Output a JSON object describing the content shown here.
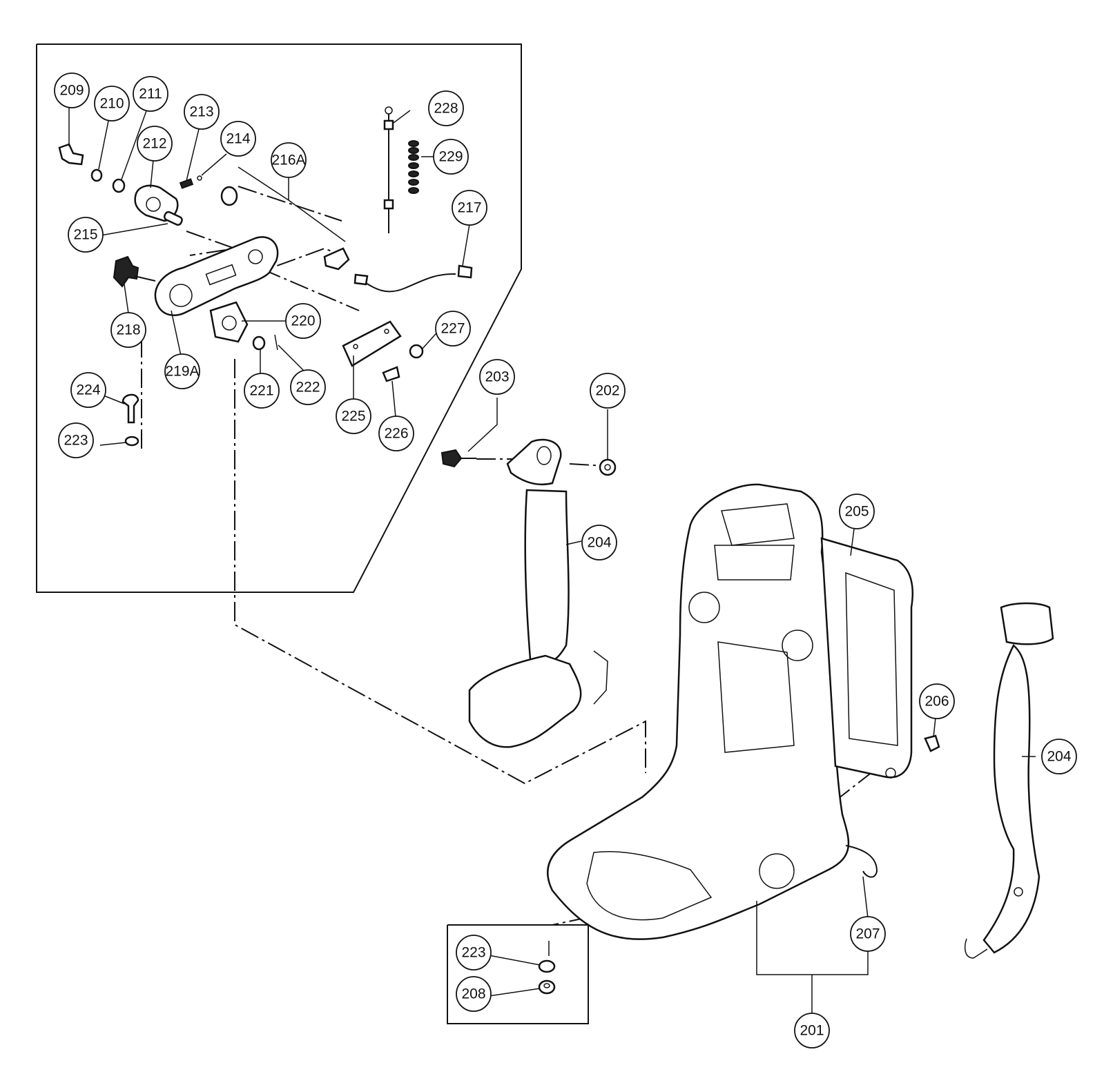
{
  "labels": {
    "p201": "201",
    "p202": "202",
    "p203": "203",
    "p204a": "204",
    "p204b": "204",
    "p205": "205",
    "p206": "206",
    "p207": "207",
    "p208": "208",
    "p209": "209",
    "p210": "210",
    "p211": "211",
    "p212": "212",
    "p213": "213",
    "p214": "214",
    "p215": "215",
    "p216A": "216A",
    "p217": "217",
    "p218": "218",
    "p219A": "219A",
    "p220": "220",
    "p221": "221",
    "p222": "222",
    "p223a": "223",
    "p223b": "223",
    "p224": "224",
    "p225": "225",
    "p226": "226",
    "p227": "227",
    "p228": "228",
    "p229": "229"
  },
  "colors": {
    "ink": "#111111",
    "paper": "#ffffff"
  }
}
